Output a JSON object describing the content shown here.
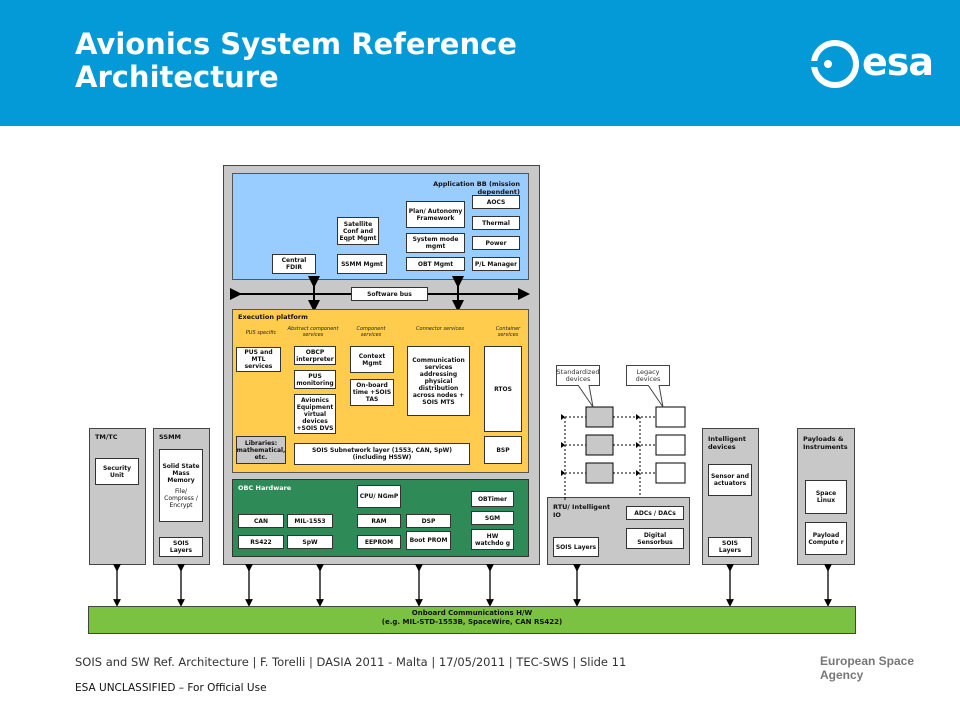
{
  "header": {
    "title": "Avionics System Reference\nArchitecture",
    "logo_text": "esa",
    "bg_color": "#049ad8"
  },
  "app": {
    "title": "Application BB (mission dependent)",
    "satellite_conf": "Satellite Conf and Eqpt Mgmt",
    "central_fdir": "Central FDIR",
    "ssmm_mgmt": "SSMM Mgmt",
    "plan_autonomy": "Plan/ Autonomy Framework",
    "system_mode": "System mode mgmt",
    "obt_mgmt": "OBT Mgmt",
    "aocs": "AOCS",
    "thermal": "Thermal",
    "power": "Power",
    "pl_manager": "P/L Manager"
  },
  "software_bus": "Software bus",
  "exec": {
    "title": "Execution platform",
    "col_pus": "PUS specific",
    "col_abstract": "Abstract component services",
    "col_component": "Component services",
    "col_connector": "Connector services",
    "col_container": "Container services",
    "pus_mtl": "PUS and MTL services",
    "obcp": "OBCP interpreter",
    "pus_monitoring": "PUS monitoring",
    "avionics_equipment": "Avionics Equipment virtual devices +SOIS DVS",
    "context_mgmt": "Context Mgmt",
    "onboard_time": "On-board time +SOIS TAS",
    "communication": "Communication services addressing physical distribution across nodes + SOIS MTS",
    "rtos": "RTOS",
    "libraries": "Libraries: mathematical, etc.",
    "subnetwork": "SOIS Subnetwork layer (1553, CAN, SpW) (including HSSW)",
    "bsp": "BSP"
  },
  "obc": {
    "title": "OBC Hardware",
    "cpu": "CPU/ NGmP",
    "obtimer": "OBTimer",
    "can": "CAN",
    "mil1553": "MIL-1553",
    "ram": "RAM",
    "dsp": "DSP",
    "sgm": "SGM",
    "rs422": "RS422",
    "spw": "SpW",
    "eeprom": "EEPROM",
    "boot_prom": "Boot PROM",
    "hw_watchdog": "HW watchdo g"
  },
  "tmtc": {
    "title": "TM/TC",
    "security_unit": "Security Unit"
  },
  "ssmm": {
    "title": "SSMM",
    "solid_state": "Solid State Mass Memory",
    "file": "File/ Compress / Encrypt",
    "sois_layers": "SOIS Layers"
  },
  "rtu": {
    "title": "RTU/ Intelligent IO",
    "adcs": "ADCs / DACs",
    "sois_layers": "SOIS Layers",
    "digital_sensorbus": "Digital Sensorbus",
    "standardized": "Standardized devices",
    "legacy": "Legacy devices"
  },
  "intelligent": {
    "title": "Intelligent devices",
    "sensor": "Sensor and actuators",
    "sois_layers": "SOIS Layers"
  },
  "payloads": {
    "title": "Payloads & Instruments",
    "space_linux": "Space Linux",
    "payload_computer": "Payload Compute r"
  },
  "onboard_comm": {
    "line1": "Onboard Communications H/W",
    "line2": "(e.g. MIL-STD-1553B, SpaceWire, CAN RS422)"
  },
  "footer": {
    "line1": "SOIS and SW Ref. Architecture | F. Torelli | DASIA 2011 - Malta | 17/05/2011 | TEC-SWS | Slide 11",
    "line2": "ESA UNCLASSIFIED – For Official Use",
    "agency": "European Space Agency"
  }
}
